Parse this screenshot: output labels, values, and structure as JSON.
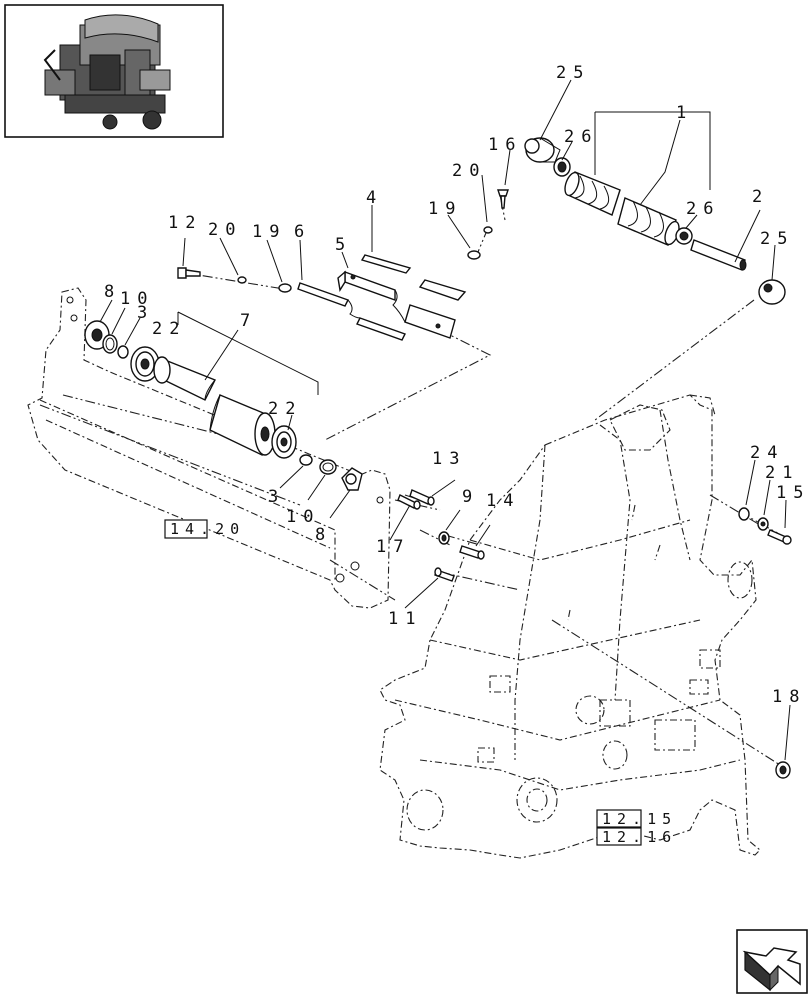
{
  "callouts": {
    "c1": "1",
    "c2": "2",
    "c3a": "3",
    "c3b": "3",
    "c4": "4",
    "c5": "5",
    "c6": "6",
    "c7": "7",
    "c8a": "8",
    "c8b": "8",
    "c9": "9",
    "c10a": "10",
    "c10b": "10",
    "c11": "11",
    "c12": "12",
    "c13": "13",
    "c14": "14",
    "c15": "15",
    "c16": "16",
    "c17": "17",
    "c18": "18",
    "c19a": "19",
    "c19b": "19",
    "c20a": "20",
    "c20b": "20",
    "c21": "21",
    "c22a": "22",
    "c22b": "22",
    "c24": "24",
    "c25a": "25",
    "c25b": "25",
    "c26a": "26",
    "c26b": "26"
  },
  "references": {
    "r1420": "14.20",
    "r1215": "12.15",
    "r1216": "12.16"
  },
  "icons": {
    "thumbnail": "baler-overview-thumbnail",
    "navigation": "page-navigation-arrow-icon"
  }
}
